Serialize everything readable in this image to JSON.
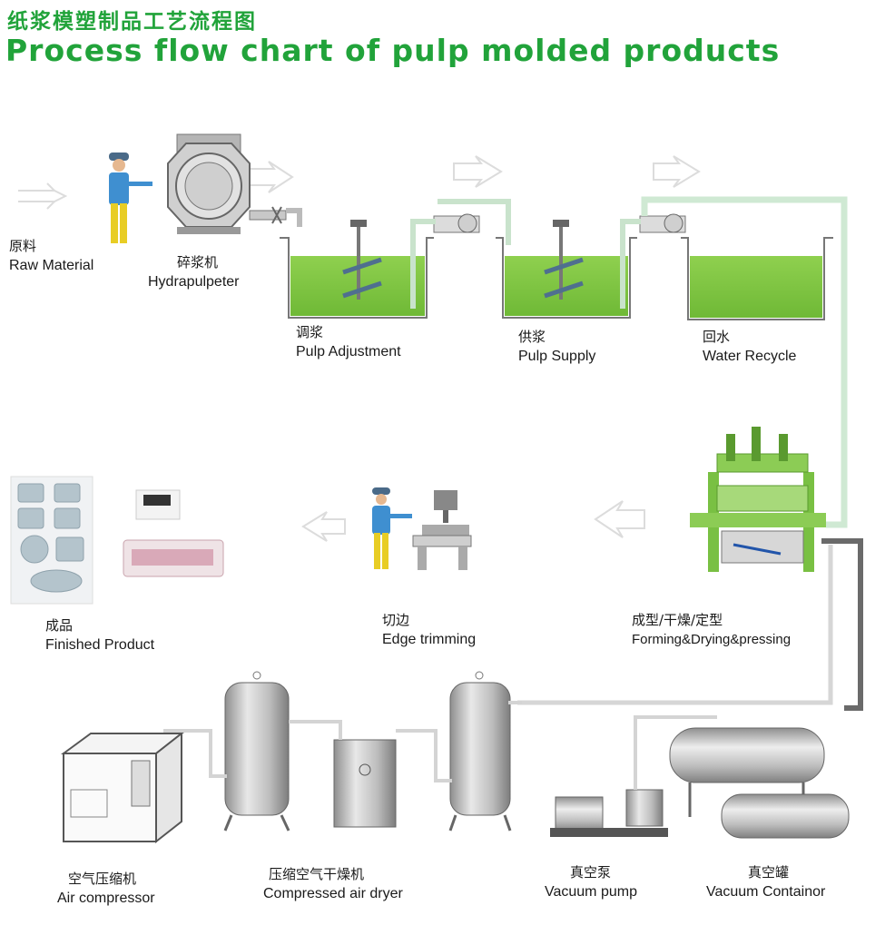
{
  "title": {
    "cn": "纸浆模塑制品工艺流程图",
    "en": "Process flow chart of pulp molded products"
  },
  "steps": {
    "raw_material": {
      "cn": "原料",
      "en": "Raw Material"
    },
    "hydrapulper": {
      "cn": "碎浆机",
      "en": "Hydrapulpeter"
    },
    "pulp_adjustment": {
      "cn": "调浆",
      "en": "Pulp Adjustment"
    },
    "pulp_supply": {
      "cn": "供浆",
      "en": "Pulp Supply"
    },
    "water_recycle": {
      "cn": "回水",
      "en": "Water Recycle"
    },
    "finished_product": {
      "cn": "成品",
      "en": "Finished Product"
    },
    "edge_trimming": {
      "cn": "切边",
      "en": "Edge trimming"
    },
    "forming": {
      "cn": "成型/干燥/定型",
      "en": "Forming&Drying&pressing"
    },
    "air_compressor": {
      "cn": "空气压缩机",
      "en": "Air compressor"
    },
    "air_dryer": {
      "cn": "压缩空气干燥机",
      "en": "Compressed air dryer"
    },
    "vacuum_pump": {
      "cn": "真空泵",
      "en": "Vacuum pump"
    },
    "vacuum_container": {
      "cn": "真空罐",
      "en": "Vacuum Containor"
    }
  },
  "colors": {
    "title": "#21a33a",
    "tank_fill": "#7cc440",
    "pipe_green": "#cfe9d3",
    "pipe_grey": "#666666",
    "arrow": "#e3e3e3"
  }
}
